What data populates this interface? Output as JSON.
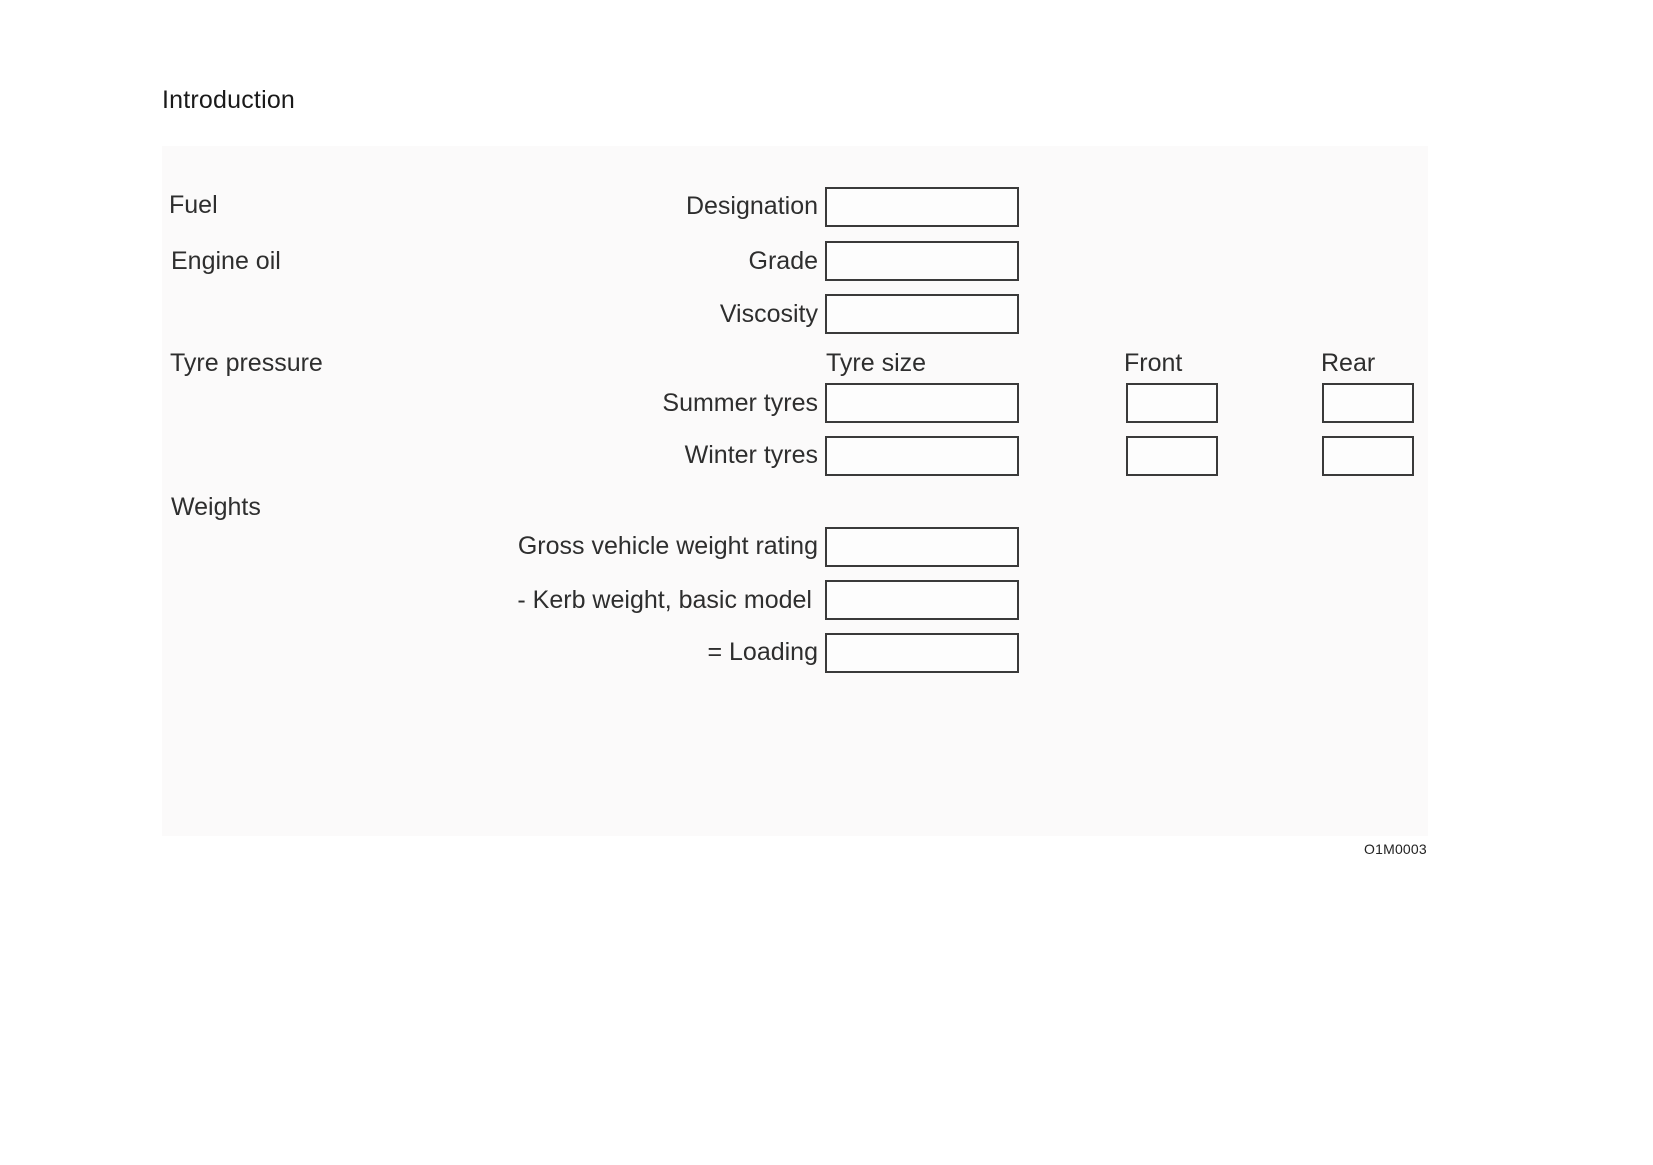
{
  "page": {
    "title": "Introduction"
  },
  "form": {
    "sections": {
      "fuel": "Fuel",
      "engine_oil": "Engine oil",
      "tyre_pressure": "Tyre pressure",
      "weights": "Weights"
    },
    "fields": {
      "designation": {
        "label": "Designation",
        "value": ""
      },
      "grade": {
        "label": "Grade",
        "value": ""
      },
      "viscosity": {
        "label": "Viscosity",
        "value": ""
      },
      "summer_tyres": {
        "label": "Summer tyres",
        "size": "",
        "front": "",
        "rear": ""
      },
      "winter_tyres": {
        "label": "Winter tyres",
        "size": "",
        "front": "",
        "rear": ""
      },
      "gross_weight": {
        "label": "Gross vehicle weight rating",
        "value": ""
      },
      "kerb_weight": {
        "label": "- Kerb weight, basic model",
        "value": ""
      },
      "loading": {
        "label": "= Loading",
        "value": ""
      }
    },
    "columns": {
      "tyre_size": "Tyre size",
      "front": "Front",
      "rear": "Rear"
    }
  },
  "figure": {
    "code": "O1M0003"
  }
}
